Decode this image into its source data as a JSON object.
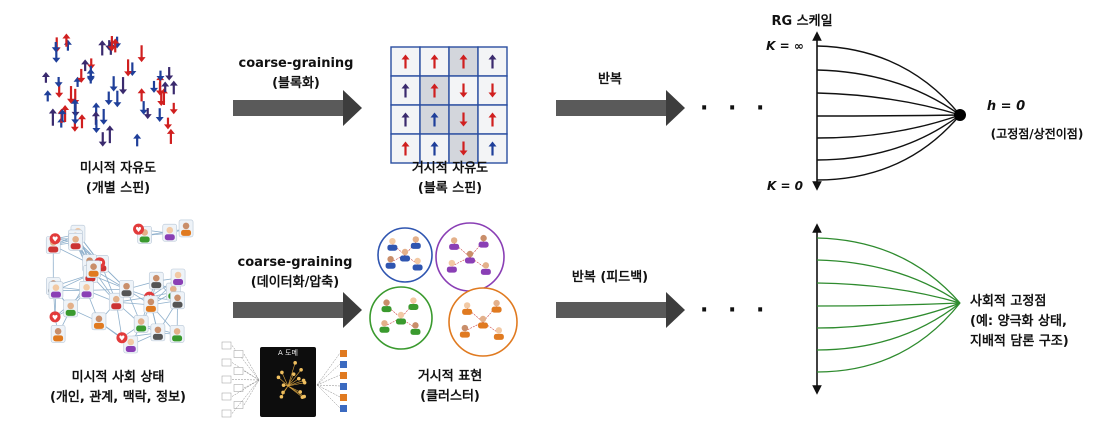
{
  "row1": {
    "micro_label": "미시적 자유도",
    "micro_sub": "(개별 스핀)",
    "step_label": "coarse-graining",
    "step_sub": "(블록화)",
    "macro_label": "거시적 자유도",
    "macro_sub": "(블록 스핀)",
    "repeat_label": "반복",
    "ellipsis": "· · ·",
    "rg_title": "RG 스케일",
    "k_top": "K = ∞",
    "k_bottom": "K = 0",
    "fixed_point": "h = 0",
    "fixed_point_sub": "(고정점/상전이점)"
  },
  "row2": {
    "micro_label": "미시적 사회 상태",
    "micro_sub": "(개인, 관계, 맥락, 정보)",
    "step_label": "coarse-graining",
    "step_sub": "(데이터화/압축)",
    "ai_label": "A 도메",
    "macro_label": "거시적 표현",
    "macro_sub": "(클러스터)",
    "repeat_label": "반복 (피드백)",
    "ellipsis": "· · ·",
    "fixed_title": "사회적   고정점",
    "fixed_sub1": "(예: 양극화 상태,",
    "fixed_sub2": "지배적 담론 구조)"
  },
  "colors": {
    "spin_red": "#d01f1f",
    "spin_blue": "#1f3f9a",
    "spin_navy": "#3a2a6e",
    "arrow_gray": "#555555",
    "flow_black": "#111111",
    "flow_green": "#2e8b2e",
    "cluster_blue": "#2f55b0",
    "cluster_purple": "#8a3fb5",
    "cluster_green": "#3a9a2e",
    "cluster_orange": "#e07a20"
  },
  "icons": {
    "spin_up": "arrow-up",
    "spin_down": "arrow-down",
    "process_arrow": "arrow-right",
    "fixed_point": "filled-circle",
    "people": "person",
    "network": "network-graph"
  }
}
